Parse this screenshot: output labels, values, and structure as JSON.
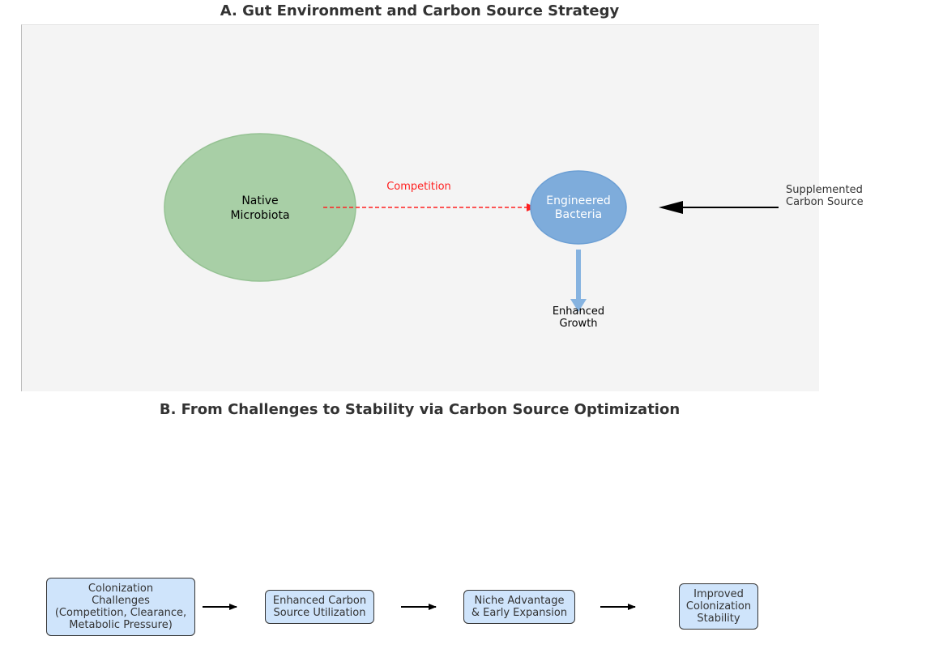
{
  "panel_a": {
    "title": "A. Gut Environment and Carbon Source Strategy",
    "native": {
      "line1": "Native",
      "line2": "Microbiota",
      "color": "#a8cfa6"
    },
    "engineered": {
      "line1": "Engineered",
      "line2": "Bacteria",
      "color": "#7eacdb"
    },
    "competition_label": "Competition",
    "competition_color": "#ff2020",
    "supplement": {
      "line1": "Supplemented",
      "line2": "Carbon Source"
    },
    "growth": {
      "line1": "Enhanced",
      "line2": "Growth"
    }
  },
  "panel_b": {
    "title": "B. From Challenges to Stability via Carbon Source Optimization",
    "box_color": "#cfe4fb",
    "steps": [
      {
        "text": "Colonization\nChallenges\n(Competition, Clearance,\nMetabolic Pressure)"
      },
      {
        "text": "Enhanced Carbon\nSource Utilization"
      },
      {
        "text": "Niche Advantage\n& Early Expansion"
      },
      {
        "text": "Improved\nColonization\nStability"
      }
    ]
  }
}
